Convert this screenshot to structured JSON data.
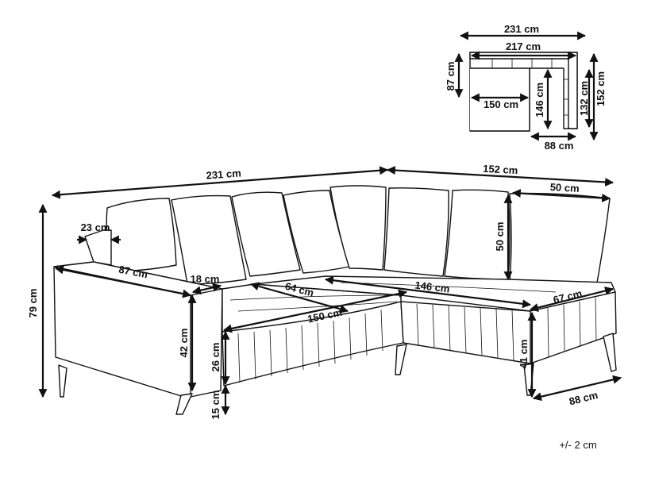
{
  "diagram": {
    "tolerance": "+/- 2 cm",
    "main_dimensions": {
      "total_width": "231 cm",
      "total_depth": "152 cm",
      "total_height": "79 cm",
      "armrest_width": "23 cm",
      "armrest_depth": "87 cm",
      "armrest_top": "18 cm",
      "armrest_height": "42 cm",
      "seat_depth": "64 cm",
      "seat_width": "150 cm",
      "seat_height": "26 cm",
      "leg_height": "15 cm",
      "corner_seat_width": "146 cm",
      "chaise_width": "67 cm",
      "chaise_front_height": "41 cm",
      "chaise_depth": "88 cm",
      "back_cushion_height": "50 cm",
      "back_cushion_width": "50 cm"
    },
    "top_view": {
      "outer_width": "231 cm",
      "inner_width": "217 cm",
      "depth": "87 cm",
      "seat_width": "150 cm",
      "chaise_inner_length": "146 cm",
      "chaise_length": "132 cm",
      "total_length": "152 cm",
      "chaise_width": "88 cm"
    }
  }
}
